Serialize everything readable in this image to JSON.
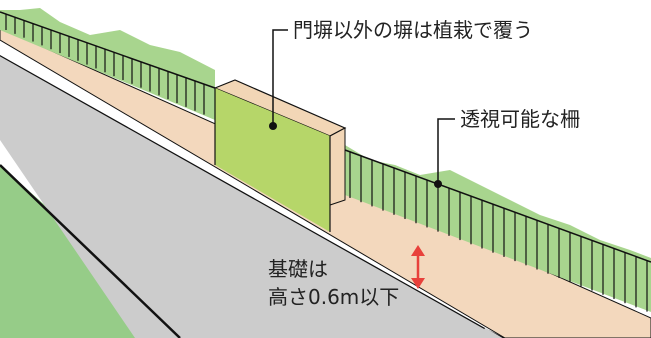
{
  "labels": {
    "gate_wall": "門塀以外の塀は植栽で覆う",
    "fence": "透視可能な柵",
    "base_line1": "基礎は",
    "base_line2": "高さ0.6m以下"
  },
  "colors": {
    "road": "#cccccc",
    "curb_line": "#111111",
    "base": "#f3d8bd",
    "hedge": "#a8d58e",
    "gate_front": "#b6d669",
    "gate_top": "#f2d6b6",
    "grass": "#96cc88",
    "arrow": "#e8413b"
  }
}
